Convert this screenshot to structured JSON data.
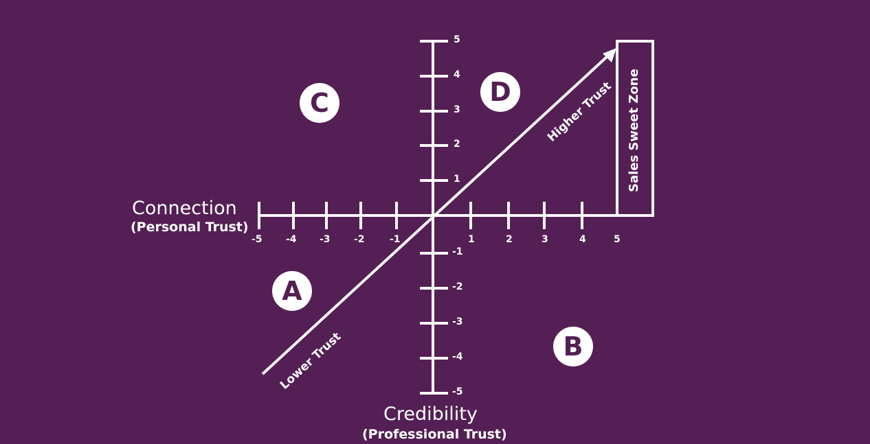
{
  "colors": {
    "background": "#541f54",
    "foreground": "#ffffff"
  },
  "x_axis": {
    "title": "Connection",
    "subtitle": "(Personal Trust)",
    "ticks": [
      "-5",
      "-4",
      "-3",
      "-2",
      "-1",
      "1",
      "2",
      "3",
      "4",
      "5"
    ]
  },
  "y_axis": {
    "title": "Credibility",
    "subtitle": "(Professional Trust)",
    "ticks": [
      "5",
      "4",
      "3",
      "2",
      "1",
      "-1",
      "-2",
      "-3",
      "-4",
      "-5"
    ]
  },
  "quadrants": {
    "a": "A",
    "b": "B",
    "c": "C",
    "d": "D"
  },
  "trend": {
    "low_label": "Lower Trust",
    "high_label": "Higher Trust"
  },
  "zone": {
    "label": "Sales Sweet Zone"
  }
}
